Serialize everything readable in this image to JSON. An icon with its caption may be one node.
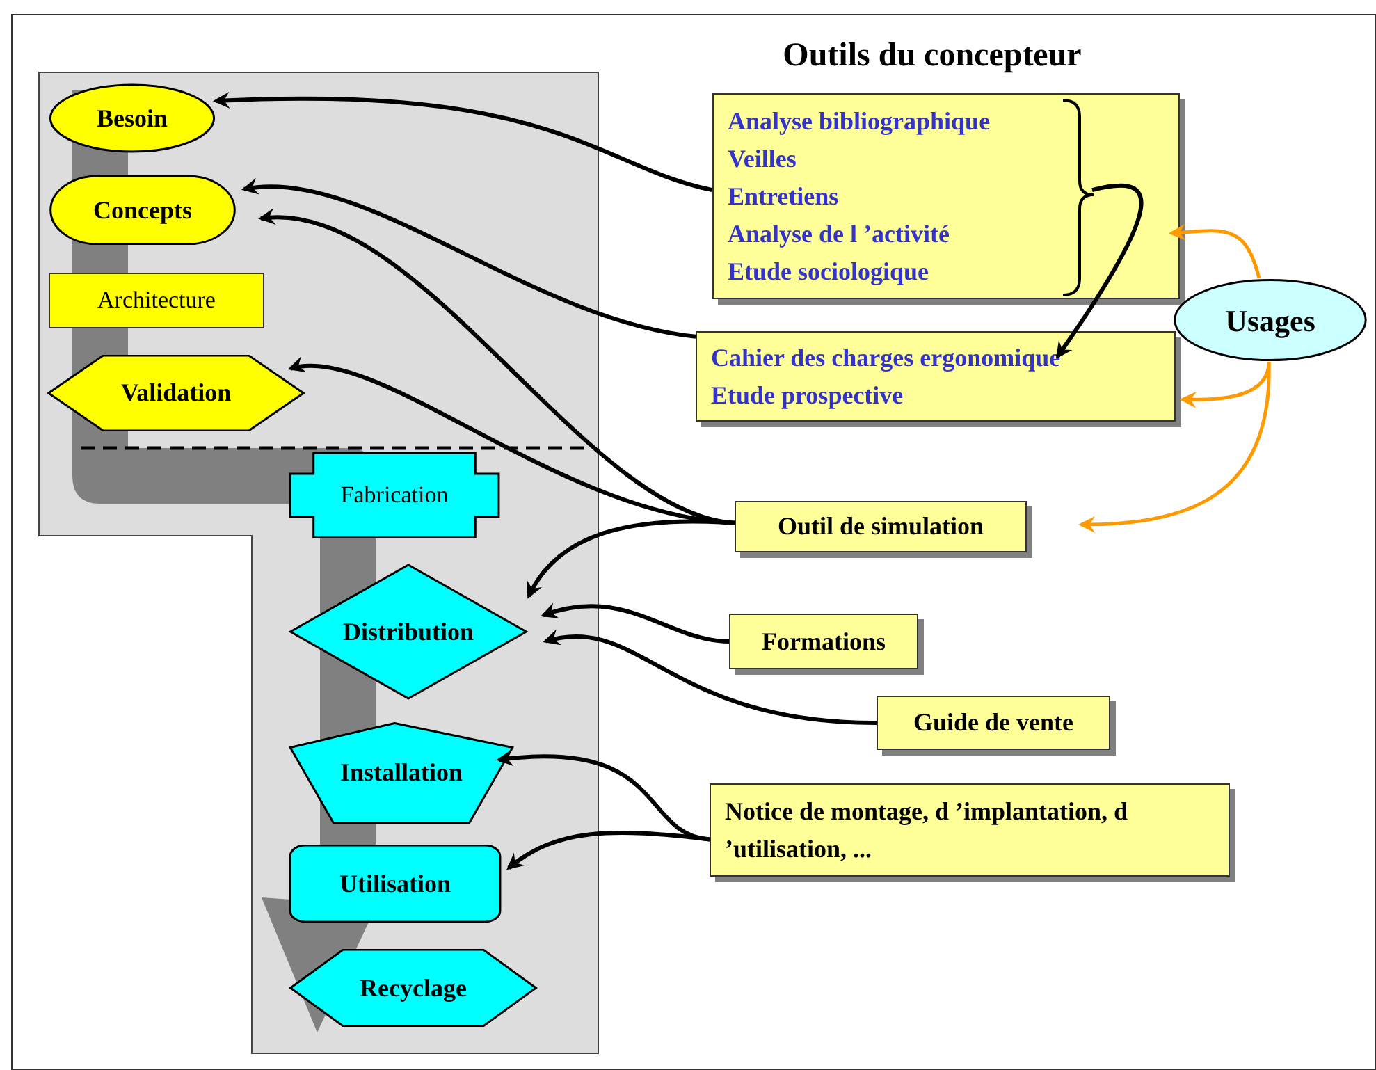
{
  "diagram": {
    "title": "Outils du concepteur",
    "nodes": [
      {
        "text": [
          "Besoin"
        ]
      },
      {
        "text": [
          "Concepts"
        ]
      },
      {
        "text": [
          "Architecture"
        ]
      },
      {
        "text": [
          "Validation"
        ]
      },
      {
        "text": [
          "Fabrication"
        ]
      },
      {
        "text": [
          "Distribution"
        ]
      },
      {
        "text": [
          "Installation"
        ]
      },
      {
        "text": [
          "Utilisation"
        ]
      },
      {
        "text": [
          "Recyclage"
        ]
      },
      {
        "text": [
          "Analyse bibliographique",
          "Veilles",
          "Entretiens",
          "Analyse de l ’activité",
          "Etude sociologique"
        ]
      },
      {
        "text": [
          "Cahier des charges ergonomique",
          "Etude prospective"
        ]
      },
      {
        "text": [
          "Outil de simulation"
        ]
      },
      {
        "text": [
          "Formations"
        ]
      },
      {
        "text": [
          "Guide de vente"
        ]
      },
      {
        "text": [
          "Notice de montage, d ’implantation, d ’utilisation, ..."
        ]
      },
      {
        "text": [
          "Usages"
        ]
      }
    ],
    "edges": [
      {
        "from": 9,
        "to": 0,
        "arrow": "to"
      },
      {
        "from": 10,
        "to": 1,
        "arrow": "to"
      },
      {
        "from": 11,
        "to": 1,
        "arrow": "to"
      },
      {
        "from": 11,
        "to": 3,
        "arrow": "to"
      },
      {
        "from": 11,
        "to": 5,
        "arrow": "to"
      },
      {
        "from": 12,
        "to": 5,
        "arrow": "to"
      },
      {
        "from": 13,
        "to": 5,
        "arrow": "to"
      },
      {
        "from": 14,
        "to": 6,
        "arrow": "to"
      },
      {
        "from": 14,
        "to": 7,
        "arrow": "to"
      },
      {
        "from": 9,
        "to": 10,
        "arrow": "to"
      },
      {
        "from": 15,
        "to": 9,
        "arrow": "to",
        "color": "#ff9900"
      },
      {
        "from": 15,
        "to": 10,
        "arrow": "to",
        "color": "#ff9900"
      },
      {
        "from": 15,
        "to": 11,
        "arrow": "to",
        "color": "#ff9900"
      }
    ]
  }
}
